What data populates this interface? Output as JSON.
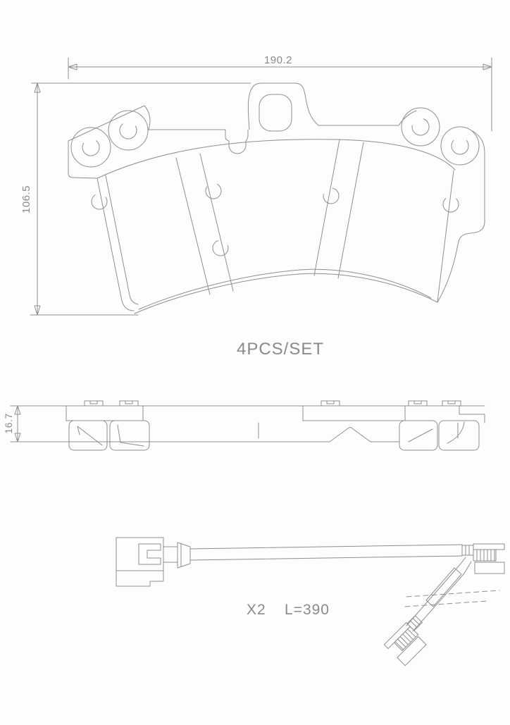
{
  "drawing": {
    "front_view": {
      "width_dim": "190.2",
      "height_dim": "106.5",
      "set_label": "4PCS/SET"
    },
    "side_view": {
      "thickness_dim": "16.7"
    },
    "sensor": {
      "quantity_label": "X2",
      "length_label": "L=390"
    }
  },
  "colors": {
    "background": "#fdfdfd",
    "line": "#8f8f8f",
    "text": "#8a8a8a"
  }
}
